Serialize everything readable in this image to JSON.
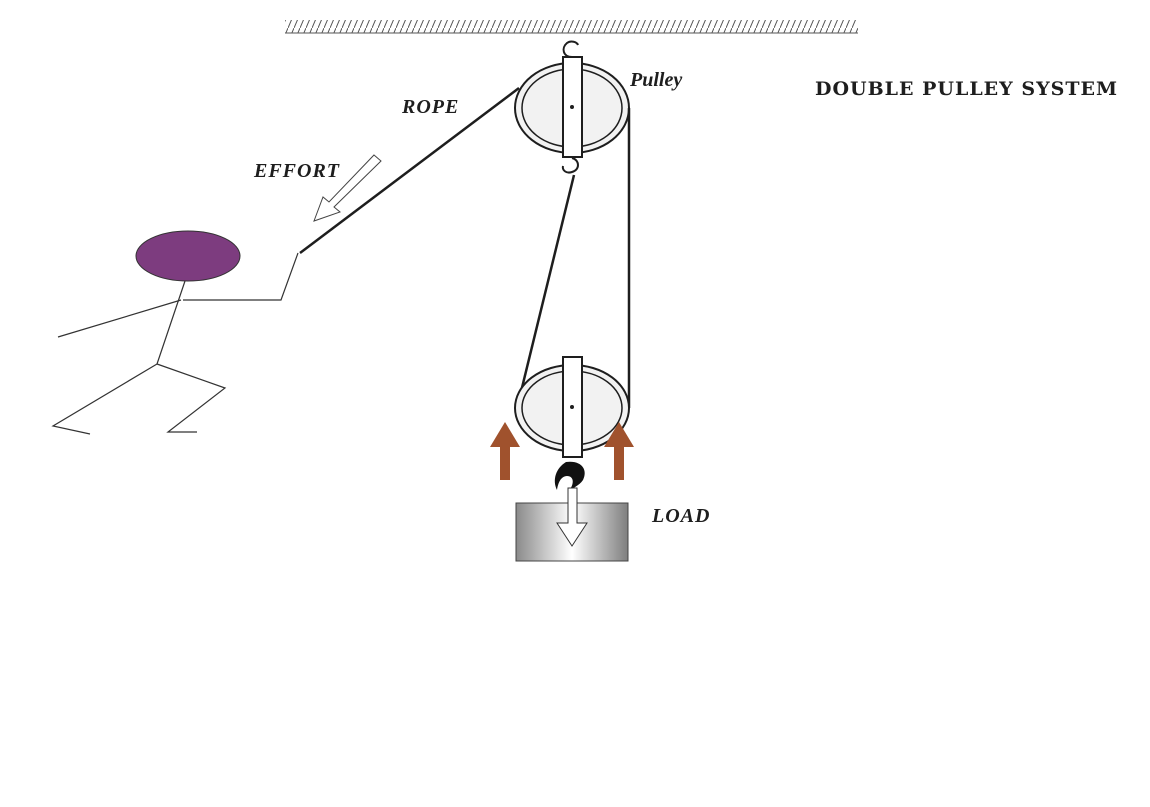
{
  "diagram": {
    "title": "DOUBLE PULLEY SYSTEM",
    "labels": {
      "rope": "ROPE",
      "effort": "EFFORT",
      "pulley": "Pulley",
      "load": "LOAD"
    },
    "colors": {
      "head": "#7d3c7f",
      "force_arrows": "#a0522d",
      "lines": "#1e1e1e",
      "pulley_fill": "#f2f2f2"
    }
  }
}
